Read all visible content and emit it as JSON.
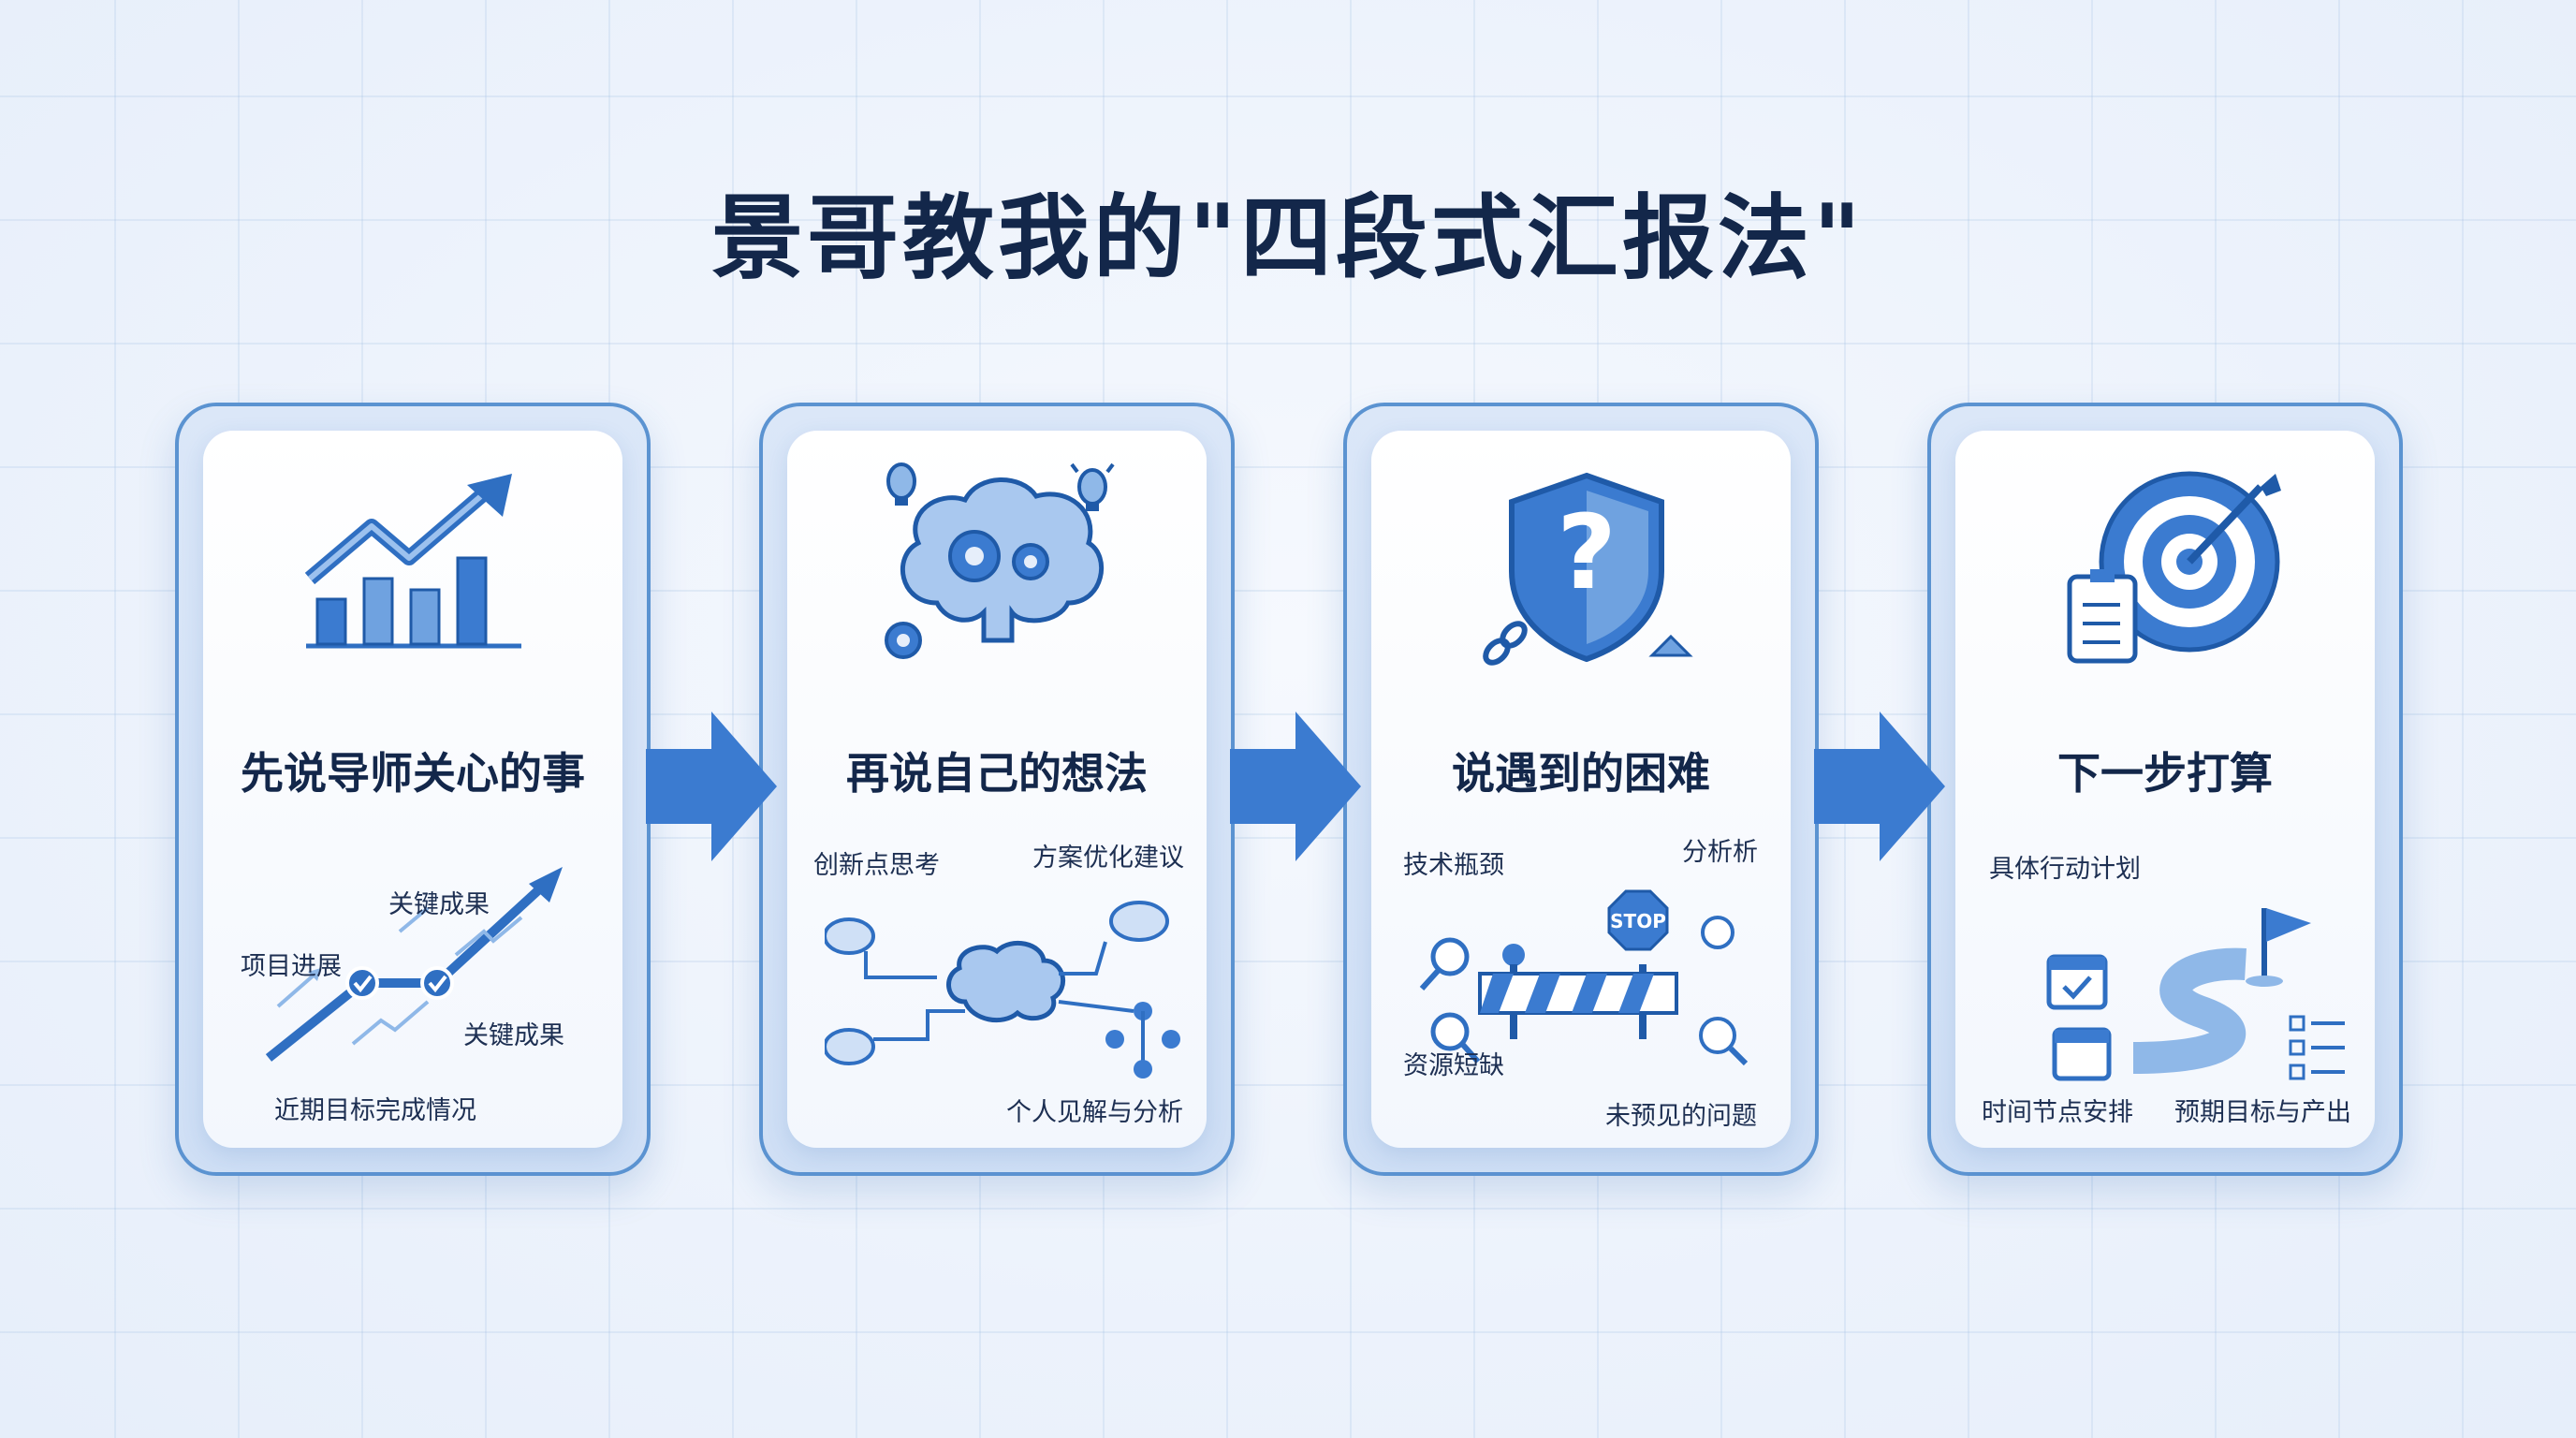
{
  "title": "景哥教我的\"四段式汇报法\"",
  "colors": {
    "accent": "#2f6fc2",
    "light": "#8fb8e8",
    "ink": "#13274a"
  },
  "stages": [
    {
      "heading": "先说导师关心的事",
      "icon": "bar-chart-trend-icon",
      "labels": [
        "关键成果",
        "项目进展",
        "关键成果",
        "近期目标完成情况"
      ]
    },
    {
      "heading": "再说自己的想法",
      "icon": "brain-gears-icon",
      "labels": [
        "创新点思考",
        "方案优化建议",
        "个人见解与分析"
      ]
    },
    {
      "heading": "说遇到的困难",
      "icon": "shield-question-icon",
      "labels": [
        "技术瓶颈",
        "分析析",
        "资源短缺",
        "未预见的问题"
      ],
      "stop_sign": "STOP"
    },
    {
      "heading": "下一步打算",
      "icon": "target-arrow-icon",
      "labels": [
        "具体行动计划",
        "时间节点安排",
        "预期目标与产出"
      ]
    }
  ]
}
